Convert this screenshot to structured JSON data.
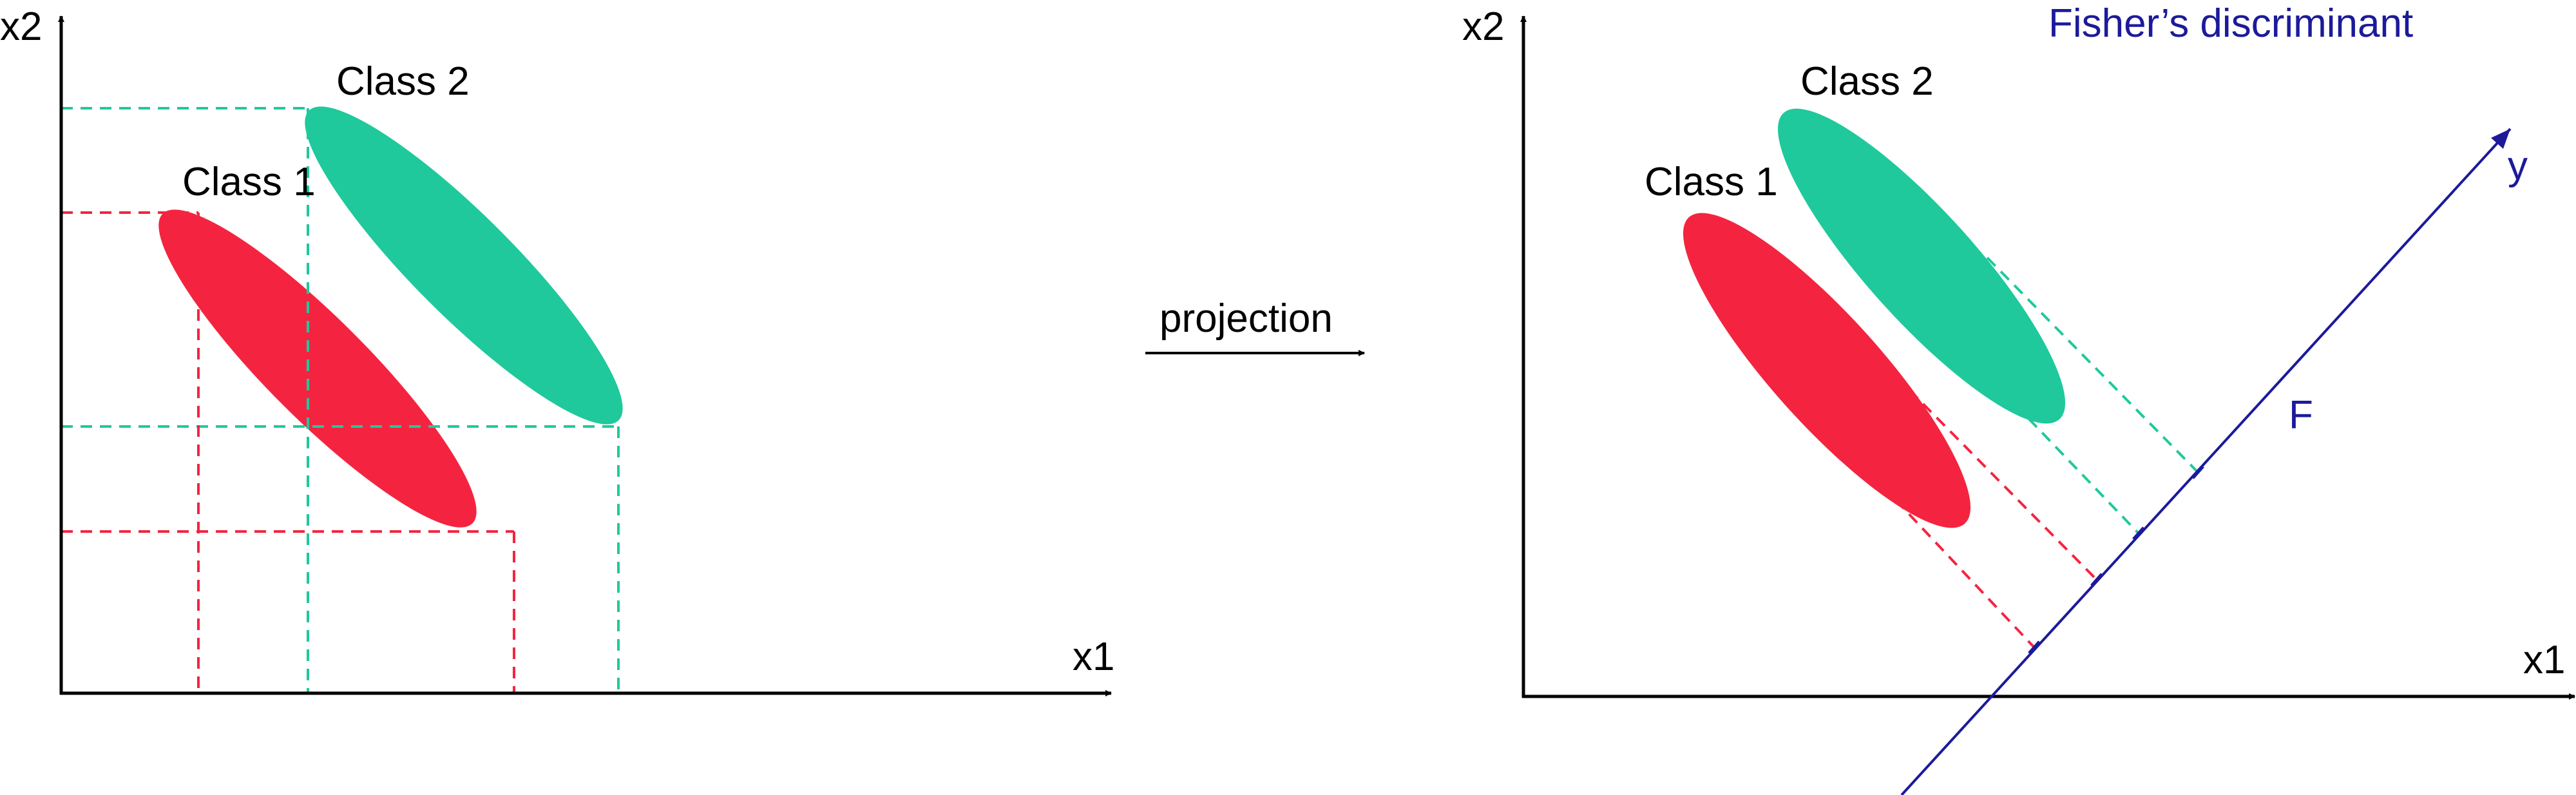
{
  "colors": {
    "class1": "#F42440",
    "class2": "#1FC99C",
    "axis": "#000000",
    "fisher": "#1C1A9A"
  },
  "left_panel": {
    "x_axis_label": "x1",
    "y_axis_label": "x2",
    "class1_label": "Class 1",
    "class2_label": "Class 2"
  },
  "middle": {
    "projection_label": "projection"
  },
  "right_panel": {
    "title": "Fisher’s discriminant",
    "x_axis_label": "x1",
    "y_axis_label": "x2",
    "class1_label": "Class 1",
    "class2_label": "Class 2",
    "line_label": "F",
    "projected_axis_label": "y"
  }
}
